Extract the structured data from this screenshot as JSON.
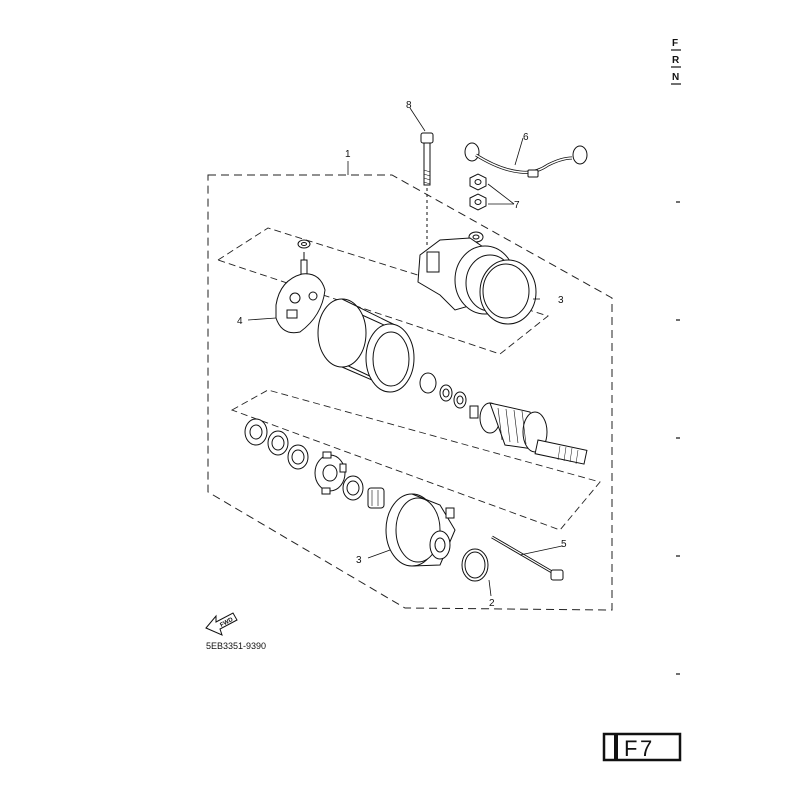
{
  "header": {
    "edge_letters": [
      "F",
      "R",
      "N"
    ]
  },
  "callouts": [
    {
      "id": "1",
      "label": "1"
    },
    {
      "id": "2",
      "label": "2"
    },
    {
      "id": "3a",
      "label": "3"
    },
    {
      "id": "3b",
      "label": "3"
    },
    {
      "id": "4",
      "label": "4"
    },
    {
      "id": "5",
      "label": "5"
    },
    {
      "id": "6",
      "label": "6"
    },
    {
      "id": "7",
      "label": "7"
    },
    {
      "id": "8",
      "label": "8"
    }
  ],
  "fwd_label": "FWD",
  "diagram_code": "5EB3351-9390",
  "page_tab": {
    "letter": "F",
    "number": "7"
  }
}
